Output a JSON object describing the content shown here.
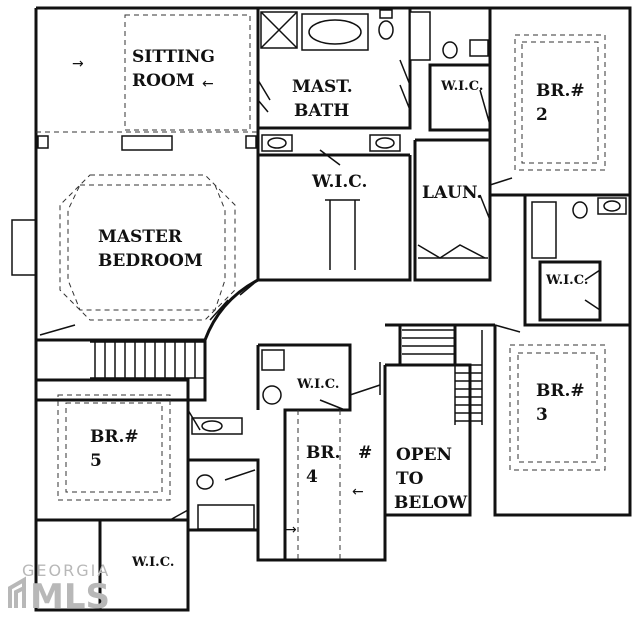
{
  "rooms": {
    "sitting_1": "SITTING",
    "sitting_2": "ROOM",
    "mast_bath_1": "MAST.",
    "mast_bath_2": "BATH",
    "wic_master": "W.I.C.",
    "wic_top": "W.I.C.",
    "br2_1": "BR.#",
    "br2_2": "2",
    "laun": "LAUN.",
    "master_1": "MASTER",
    "master_2": "BEDROOM",
    "wic_right": "W.I.C.",
    "br3_1": "BR.#",
    "br3_2": "3",
    "wic_mid": "W.I.C.",
    "br5_1": "BR.#",
    "br5_2": "5",
    "br4_1": "BR.",
    "br4_hash": "#",
    "br4_2": "4",
    "open_1": "OPEN",
    "open_2": "TO",
    "open_3": "BELOW",
    "wic_bottom": "W.I.C."
  },
  "arrows": {
    "sitting_right": "→",
    "sitting_left": "←",
    "br4_left": "←",
    "br4_right": "→"
  },
  "watermark": {
    "line1": "GEORGIA",
    "line2": "MLS"
  }
}
